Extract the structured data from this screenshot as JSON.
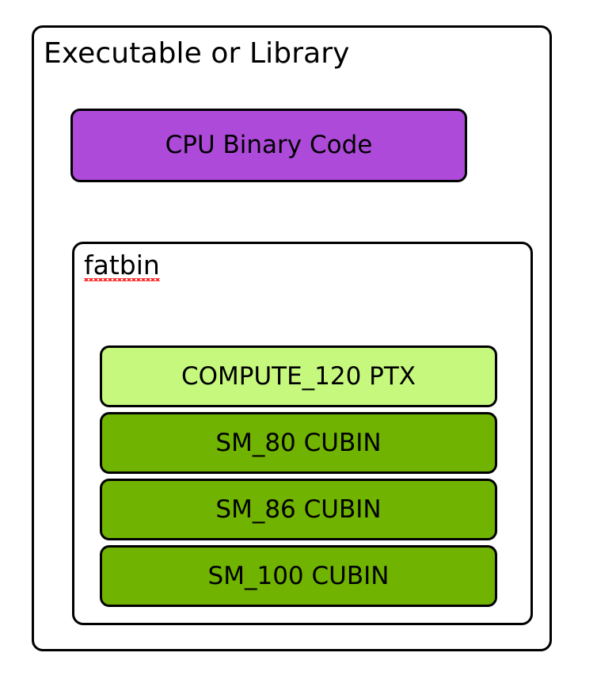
{
  "diagram": {
    "title": "Executable or Library",
    "cpu_section": {
      "label": "CPU Binary Code",
      "fill_color": "#ae4ad9",
      "border_color": "#000000",
      "text_color": "#000000"
    },
    "fatbin_section": {
      "label": "fatbin",
      "spellcheck_underline": true,
      "spellcheck_color": "#ff2020",
      "border_color": "#000000",
      "fill_color": "#ffffff",
      "entries": [
        {
          "label": "COMPUTE_120 PTX",
          "kind": "ptx",
          "arch": "COMPUTE_120",
          "fill_color": "#c6f87e",
          "border_color": "#000000",
          "text_color": "#000000"
        },
        {
          "label": "SM_80 CUBIN",
          "kind": "cubin",
          "arch": "SM_80",
          "fill_color": "#70b300",
          "border_color": "#000000",
          "text_color": "#000000"
        },
        {
          "label": "SM_86 CUBIN",
          "kind": "cubin",
          "arch": "SM_86",
          "fill_color": "#70b300",
          "border_color": "#000000",
          "text_color": "#000000"
        },
        {
          "label": "SM_100 CUBIN",
          "kind": "cubin",
          "arch": "SM_100",
          "fill_color": "#70b300",
          "border_color": "#000000",
          "text_color": "#000000"
        }
      ]
    },
    "background_color": "#ffffff",
    "outer_border_color": "#000000"
  }
}
